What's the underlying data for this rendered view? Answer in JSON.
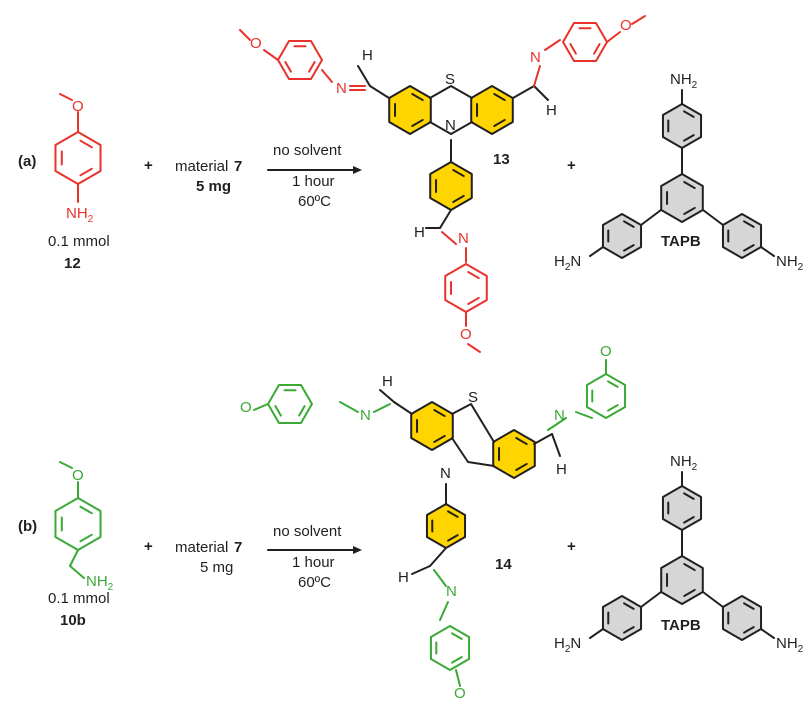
{
  "colors": {
    "red": "#e8322b",
    "green": "#3aa935",
    "yellow": "#ffd500",
    "grey": "#d6d6d6",
    "black": "#231f20"
  },
  "panel_a": {
    "label": "(a)",
    "reactant": {
      "amount": "0.1 mmol",
      "number": "12",
      "atom_n": "N",
      "atom_h": "H",
      "h_count": "2"
    },
    "plus1": "+",
    "reagent": {
      "text": "material",
      "number": "7",
      "amount": "5 mg"
    },
    "conditions": [
      "no solvent",
      "1 hour",
      "60ºC"
    ],
    "product": {
      "number": "13",
      "atom_s": "S",
      "atom_n": "N",
      "imine_n": "N",
      "imine_h": "H"
    },
    "plus2": "+",
    "byproduct": {
      "name": "TAPB",
      "nh2_n": "NH",
      "nh2_sub": "2",
      "h2n_h": "H",
      "h2n_n": "N"
    }
  },
  "panel_b": {
    "label": "(b)",
    "reactant": {
      "amount": "0.1 mmol",
      "number": "10b",
      "atom_n": "NH",
      "h_count": "2"
    },
    "plus1": "+",
    "reagent": {
      "text": "material",
      "number": "7",
      "amount": "5 mg"
    },
    "conditions": [
      "no solvent",
      "1 hour",
      "60ºC"
    ],
    "product": {
      "number": "14",
      "atom_s": "S",
      "atom_n": "N",
      "imine_n": "N",
      "imine_h": "H"
    },
    "plus2": "+",
    "byproduct": {
      "name": "TAPB",
      "nh2_n": "NH",
      "nh2_sub": "2",
      "h2n_h": "H",
      "h2n_n": "N"
    }
  }
}
